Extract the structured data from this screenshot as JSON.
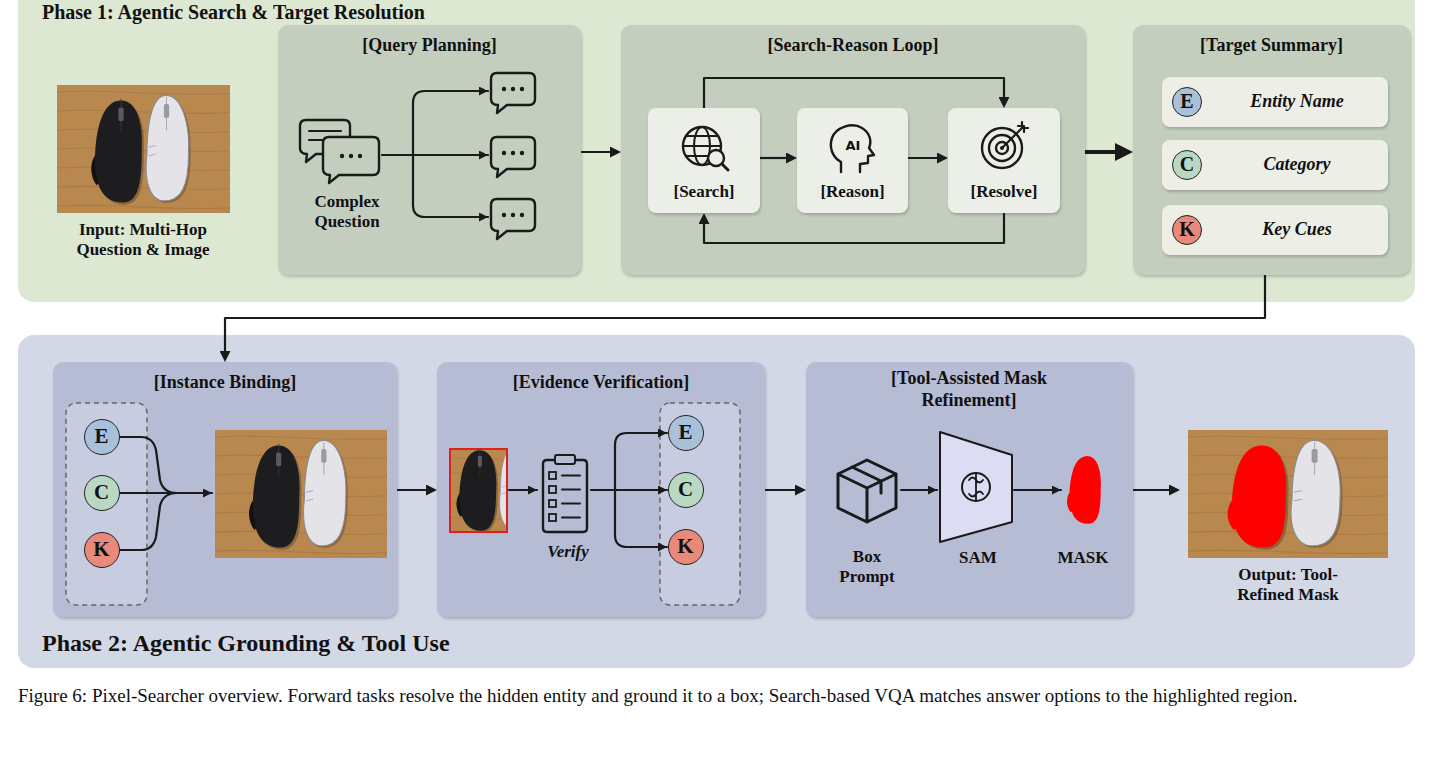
{
  "diagram": {
    "caption": "Figure 6: Pixel-Searcher overview. Forward tasks resolve the hidden entity and ground it to a box; Search-based VQA matches answer options to the highlighted region.",
    "nodes": [
      {
        "text": [
          "Phase 1: Agentic Search & Target Resolution"
        ]
      },
      {
        "text": [
          "Input: Multi-Hop Question & Image"
        ],
        "in": 0
      },
      {
        "text": [
          "[Query Planning]",
          "Complex Question"
        ],
        "in": 0
      },
      {
        "text": [
          "[Search-Reason Loop]"
        ],
        "in": 0
      },
      {
        "text": [
          "[Search]"
        ],
        "in": 3
      },
      {
        "text": [
          "AI",
          "[Reason]"
        ],
        "in": 3
      },
      {
        "text": [
          "[Resolve]"
        ],
        "in": 3
      },
      {
        "text": [
          "[Target Summary]"
        ],
        "in": 0
      },
      {
        "text": [
          "E",
          "Entity Name"
        ],
        "in": 7
      },
      {
        "text": [
          "C",
          "Category"
        ],
        "in": 7
      },
      {
        "text": [
          "K",
          "Key Cues"
        ],
        "in": 7
      },
      {
        "text": [
          "Phase 2: Agentic Grounding & Tool Use"
        ]
      },
      {
        "text": [
          "[Instance Binding]"
        ],
        "in": 11
      },
      {
        "text": [
          "E"
        ],
        "in": 12
      },
      {
        "text": [
          "C"
        ],
        "in": 12
      },
      {
        "text": [
          "K"
        ],
        "in": 12
      },
      {
        "text": [
          "[Evidence Verification]",
          "Verify"
        ],
        "in": 11
      },
      {
        "text": [
          "E"
        ],
        "in": 16
      },
      {
        "text": [
          "C"
        ],
        "in": 16
      },
      {
        "text": [
          "K"
        ],
        "in": 16
      },
      {
        "text": [
          "[Tool-Assisted Mask Refinement]",
          "Box Prompt",
          "SAM",
          "MASK"
        ],
        "in": 11
      },
      {
        "text": [
          "Output: Tool-Refined Mask"
        ],
        "in": 11
      }
    ],
    "edges": [
      {
        "from": 2,
        "to": 3,
        "arrow": "to"
      },
      {
        "from": 4,
        "to": 5,
        "arrow": "to"
      },
      {
        "from": 5,
        "to": 6,
        "arrow": "to"
      },
      {
        "from": 4,
        "to": 6,
        "arrow": "to"
      },
      {
        "from": 6,
        "to": 4,
        "arrow": "to"
      },
      {
        "from": 3,
        "to": 7,
        "arrow": "to"
      },
      {
        "from": 7,
        "to": 12,
        "arrow": "to"
      },
      {
        "from": 12,
        "to": 16,
        "arrow": "to"
      },
      {
        "from": 16,
        "to": 20,
        "arrow": "to"
      },
      {
        "from": 20,
        "to": 21,
        "arrow": "to"
      }
    ]
  }
}
